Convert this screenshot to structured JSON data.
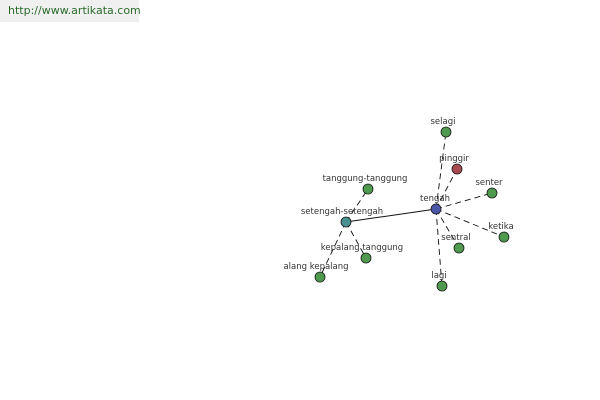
{
  "site": {
    "url": "http://www.artikata.com"
  },
  "graph": {
    "colors": {
      "center": "#4a56a8",
      "hub": "#4a8f8f",
      "node": "#4f9a4f",
      "highlight": "#a84a52",
      "edge": "#111111",
      "label": "#333333"
    },
    "nodes": [
      {
        "id": "tengah",
        "label": "tengah",
        "role": "center"
      },
      {
        "id": "setengah-setengah",
        "label": "setengah-setengah",
        "role": "hub"
      },
      {
        "id": "selagi",
        "label": "selagi",
        "role": "node"
      },
      {
        "id": "pinggir",
        "label": "pinggir",
        "role": "highlight"
      },
      {
        "id": "senter",
        "label": "senter",
        "role": "node"
      },
      {
        "id": "ketika",
        "label": "ketika",
        "role": "node"
      },
      {
        "id": "sentral",
        "label": "sentral",
        "role": "node"
      },
      {
        "id": "lagi",
        "label": "lagi",
        "role": "node"
      },
      {
        "id": "tanggung-tanggung",
        "label": "tanggung-tanggung",
        "role": "node"
      },
      {
        "id": "kepalang-tanggung",
        "label": "kepalang tanggung",
        "role": "node"
      },
      {
        "id": "alang-kepalang",
        "label": "alang kepalang",
        "role": "node"
      }
    ],
    "edges": [
      {
        "from": "tengah",
        "to": "setengah-setengah",
        "style": "solid"
      },
      {
        "from": "tengah",
        "to": "selagi",
        "style": "dashed"
      },
      {
        "from": "tengah",
        "to": "pinggir",
        "style": "dashed"
      },
      {
        "from": "tengah",
        "to": "senter",
        "style": "dashed"
      },
      {
        "from": "tengah",
        "to": "ketika",
        "style": "dashed"
      },
      {
        "from": "tengah",
        "to": "sentral",
        "style": "dashed"
      },
      {
        "from": "tengah",
        "to": "lagi",
        "style": "dashed"
      },
      {
        "from": "setengah-setengah",
        "to": "tanggung-tanggung",
        "style": "dashed"
      },
      {
        "from": "setengah-setengah",
        "to": "kepalang-tanggung",
        "style": "dashed"
      },
      {
        "from": "setengah-setengah",
        "to": "alang-kepalang",
        "style": "dashed"
      }
    ]
  }
}
